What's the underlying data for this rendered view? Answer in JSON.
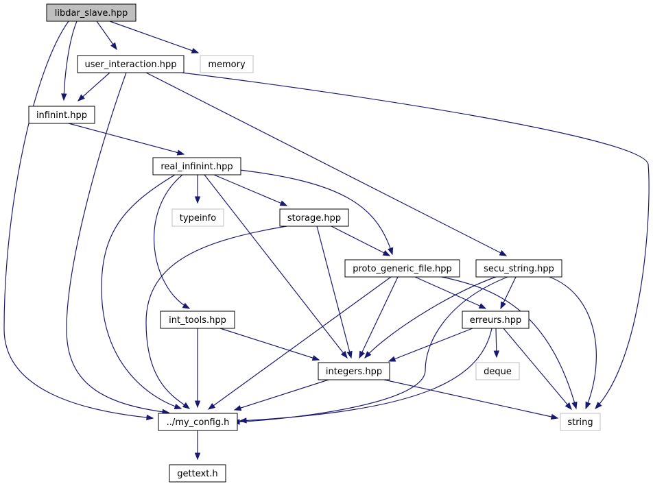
{
  "graph": {
    "nodes": [
      {
        "id": "libdar_slave",
        "label": "libdar_slave.hpp",
        "kind": "root"
      },
      {
        "id": "user_interaction",
        "label": "user_interaction.hpp",
        "kind": "file"
      },
      {
        "id": "memory",
        "label": "memory",
        "kind": "external"
      },
      {
        "id": "infinint",
        "label": "infinint.hpp",
        "kind": "file"
      },
      {
        "id": "real_infinint",
        "label": "real_infinint.hpp",
        "kind": "file"
      },
      {
        "id": "typeinfo",
        "label": "typeinfo",
        "kind": "external"
      },
      {
        "id": "storage",
        "label": "storage.hpp",
        "kind": "file"
      },
      {
        "id": "proto_generic_file",
        "label": "proto_generic_file.hpp",
        "kind": "file"
      },
      {
        "id": "secu_string",
        "label": "secu_string.hpp",
        "kind": "file"
      },
      {
        "id": "int_tools",
        "label": "int_tools.hpp",
        "kind": "file"
      },
      {
        "id": "erreurs",
        "label": "erreurs.hpp",
        "kind": "file"
      },
      {
        "id": "integers",
        "label": "integers.hpp",
        "kind": "file"
      },
      {
        "id": "deque",
        "label": "deque",
        "kind": "external"
      },
      {
        "id": "my_config",
        "label": "../my_config.h",
        "kind": "file"
      },
      {
        "id": "string",
        "label": "string",
        "kind": "external"
      },
      {
        "id": "gettext",
        "label": "gettext.h",
        "kind": "file"
      }
    ],
    "edges": [
      {
        "from": "libdar_slave",
        "to": "user_interaction"
      },
      {
        "from": "libdar_slave",
        "to": "memory"
      },
      {
        "from": "libdar_slave",
        "to": "infinint"
      },
      {
        "from": "libdar_slave",
        "to": "my_config"
      },
      {
        "from": "user_interaction",
        "to": "infinint"
      },
      {
        "from": "user_interaction",
        "to": "my_config"
      },
      {
        "from": "user_interaction",
        "to": "secu_string"
      },
      {
        "from": "user_interaction",
        "to": "string"
      },
      {
        "from": "infinint",
        "to": "real_infinint"
      },
      {
        "from": "real_infinint",
        "to": "typeinfo"
      },
      {
        "from": "real_infinint",
        "to": "storage"
      },
      {
        "from": "real_infinint",
        "to": "proto_generic_file"
      },
      {
        "from": "real_infinint",
        "to": "int_tools"
      },
      {
        "from": "real_infinint",
        "to": "integers"
      },
      {
        "from": "real_infinint",
        "to": "my_config"
      },
      {
        "from": "storage",
        "to": "proto_generic_file"
      },
      {
        "from": "storage",
        "to": "integers"
      },
      {
        "from": "storage",
        "to": "my_config"
      },
      {
        "from": "proto_generic_file",
        "to": "erreurs"
      },
      {
        "from": "proto_generic_file",
        "to": "integers"
      },
      {
        "from": "proto_generic_file",
        "to": "my_config"
      },
      {
        "from": "proto_generic_file",
        "to": "string"
      },
      {
        "from": "secu_string",
        "to": "erreurs"
      },
      {
        "from": "secu_string",
        "to": "integers"
      },
      {
        "from": "secu_string",
        "to": "my_config"
      },
      {
        "from": "secu_string",
        "to": "string"
      },
      {
        "from": "int_tools",
        "to": "integers"
      },
      {
        "from": "int_tools",
        "to": "my_config"
      },
      {
        "from": "erreurs",
        "to": "integers"
      },
      {
        "from": "erreurs",
        "to": "deque"
      },
      {
        "from": "erreurs",
        "to": "string"
      },
      {
        "from": "erreurs",
        "to": "my_config"
      },
      {
        "from": "integers",
        "to": "my_config"
      },
      {
        "from": "integers",
        "to": "string"
      },
      {
        "from": "my_config",
        "to": "gettext"
      }
    ]
  },
  "colors": {
    "edge": "#191970",
    "root_fill": "#bfbfbf",
    "external_border": "#bfbfbf",
    "node_border": "#000000",
    "background": "#ffffff"
  }
}
